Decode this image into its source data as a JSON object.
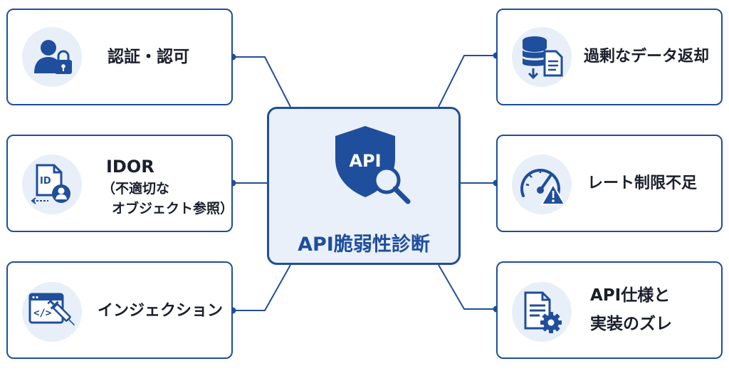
{
  "center": {
    "shield_text": "API",
    "title": "API脆弱性診断"
  },
  "left_items": [
    {
      "label": "認証・認可",
      "icon": "user-lock-icon"
    },
    {
      "label": "IDOR",
      "sub1": "（不適切な",
      "sub2": "オブジェクト参照）",
      "icon": "id-document-user-icon"
    },
    {
      "label": "インジェクション",
      "icon": "code-syringe-icon"
    }
  ],
  "right_items": [
    {
      "label": "過剰なデータ返却",
      "icon": "database-document-icon"
    },
    {
      "label": "レート制限不足",
      "icon": "speedometer-warning-icon"
    },
    {
      "label1": "API仕様と",
      "label2": "実装のズレ",
      "icon": "document-gear-icon"
    }
  ],
  "colors": {
    "primary": "#1f4e9c",
    "icon_bg": "#e8eff9",
    "center_bg": "#e9f0fa",
    "text": "#1a1f2b"
  }
}
